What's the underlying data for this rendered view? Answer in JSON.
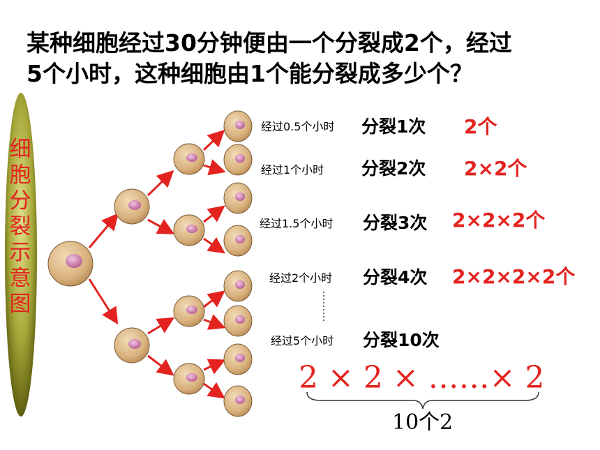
{
  "title": {
    "line1": "某种细胞经过30分钟便由一个分裂成2个，经过",
    "line2": "5个小时，这种细胞由1个能分裂成多少个？"
  },
  "side_label": [
    "细",
    "胞",
    "分",
    "裂",
    "示",
    "意",
    "图"
  ],
  "rows": [
    {
      "time": "经过0.5个小时",
      "split": "分裂1次",
      "count": "2个"
    },
    {
      "time": "经过1个小时",
      "split": "分裂2次",
      "count": "2×2个"
    },
    {
      "time": "经过1.5个小时",
      "split": "分裂3次",
      "count": "2×2×2个"
    },
    {
      "time": "经过2个小时",
      "split": "分裂4次",
      "count": "2×2×2×2个"
    },
    {
      "time": "经过5个小时",
      "split": "分裂10次",
      "count": ""
    }
  ],
  "expression": "2 × 2 × ……× 2",
  "brace_label": "10个2",
  "colors": {
    "accent": "#e3231f",
    "cell": "#d9b78a",
    "nucleus": "#c77aa0",
    "ellipse": "#9a9a2a"
  }
}
